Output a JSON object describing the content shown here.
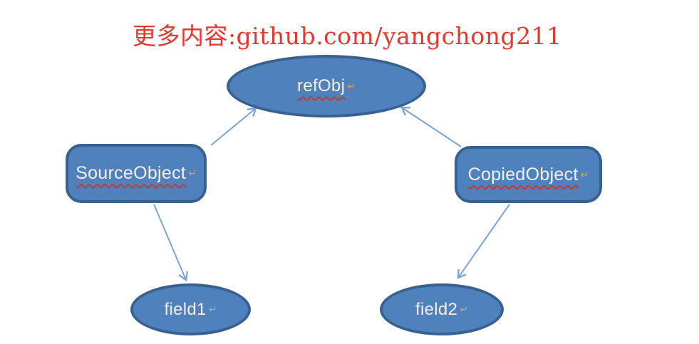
{
  "header": {
    "text": "更多内容:github.com/yangchong211",
    "color": "#e8372b"
  },
  "diagram": {
    "nodes": [
      {
        "id": "refObj",
        "label": "refObj",
        "shape": "ellipse",
        "spellcheck_underline": true
      },
      {
        "id": "SourceObject",
        "label": "SourceObject",
        "shape": "rounded-rect",
        "spellcheck_underline": true
      },
      {
        "id": "CopiedObject",
        "label": "CopiedObject",
        "shape": "rounded-rect",
        "spellcheck_underline": true
      },
      {
        "id": "field1",
        "label": "field1",
        "shape": "ellipse",
        "spellcheck_underline": false
      },
      {
        "id": "field2",
        "label": "field2",
        "shape": "ellipse",
        "spellcheck_underline": false
      }
    ],
    "edges": [
      {
        "from": "SourceObject",
        "to": "refObj"
      },
      {
        "from": "CopiedObject",
        "to": "refObj"
      },
      {
        "from": "SourceObject",
        "to": "field1"
      },
      {
        "from": "CopiedObject",
        "to": "field2"
      }
    ],
    "colors": {
      "node_fill": "#4f81bd",
      "node_border": "#38618f",
      "arrow": "#7ca3d6",
      "label_text": "#f3efe7",
      "spellcheck_underline": "#c23a2e",
      "return_mark": "#c9a469"
    },
    "return_mark": "↵"
  }
}
